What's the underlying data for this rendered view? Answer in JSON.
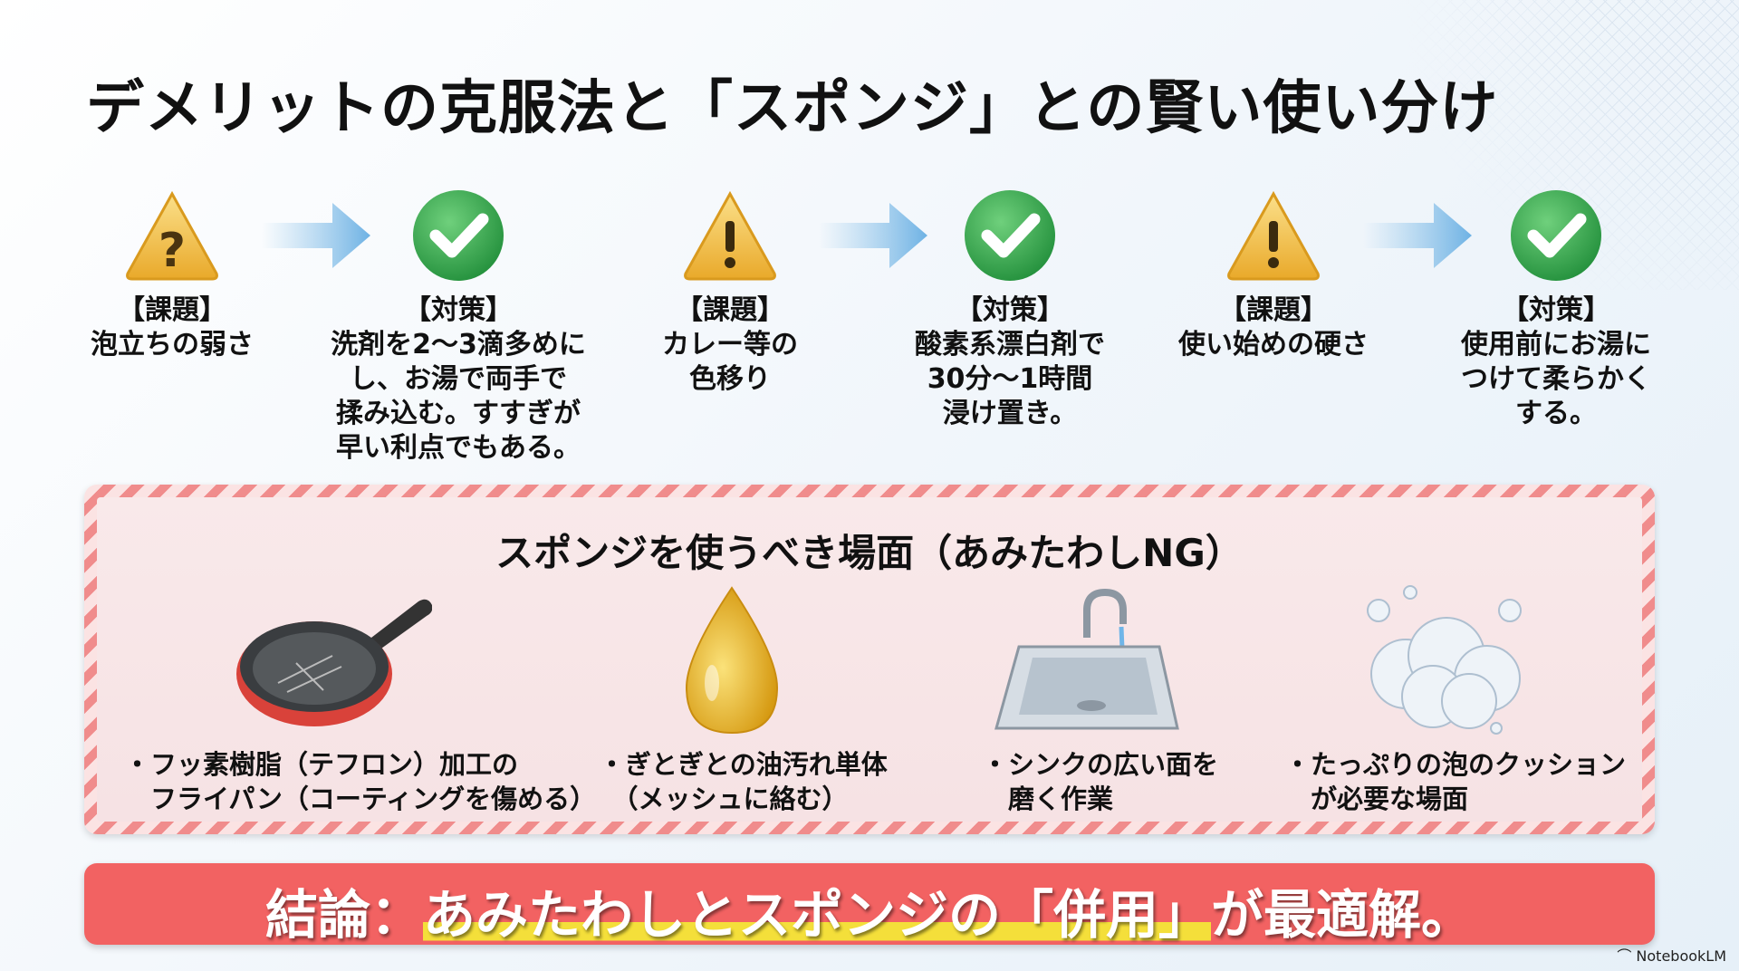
{
  "title": "デメリットの克服法と「スポンジ」との賢い使い分け",
  "steps": [
    {
      "type": "warning-question",
      "label": "【課題】",
      "text": "泡立ちの弱さ"
    },
    {
      "type": "check",
      "label": "【対策】",
      "text": "洗剤を2〜3滴多めに\nし、お湯で両手で\n揉み込む。すすぎが\n早い利点でもある。"
    },
    {
      "type": "warning",
      "label": "【課題】",
      "text": "カレー等の\n色移り"
    },
    {
      "type": "check",
      "label": "【対策】",
      "text": "酸素系漂白剤で\n30分〜1時間\n浸け置き。"
    },
    {
      "type": "warning",
      "label": "【課題】",
      "text": "使い始めの硬さ"
    },
    {
      "type": "check",
      "label": "【対策】",
      "text": "使用前にお湯に\nつけて柔らかく\nする。"
    }
  ],
  "panel": {
    "title": "スポンジを使うべき場面（あみたわしNG）",
    "items": [
      {
        "icon": "frying-pan-icon",
        "text": "・フッ素樹脂（テフロン）加工の\n　フライパン（コーティングを傷める）"
      },
      {
        "icon": "oil-drop-icon",
        "text": "・ぎとぎとの油汚れ単体\n　（メッシュに絡む）"
      },
      {
        "icon": "sink-icon",
        "text": "・シンクの広い面を\n　磨く作業"
      },
      {
        "icon": "foam-bubbles-icon",
        "text": "・たっぷりの泡のクッション\n　が必要な場面"
      }
    ]
  },
  "conclusion": {
    "prefix": "結論：",
    "highlight": "あみたわしとスポンジの「併用」",
    "suffix": "が最適解。"
  },
  "brand": "NotebookLM",
  "colors": {
    "warning": "#f2c24a",
    "check": "#3dae54",
    "arrow": "#8ec4ea",
    "conclusion": "#f26262",
    "highlight": "#f4df3a"
  }
}
